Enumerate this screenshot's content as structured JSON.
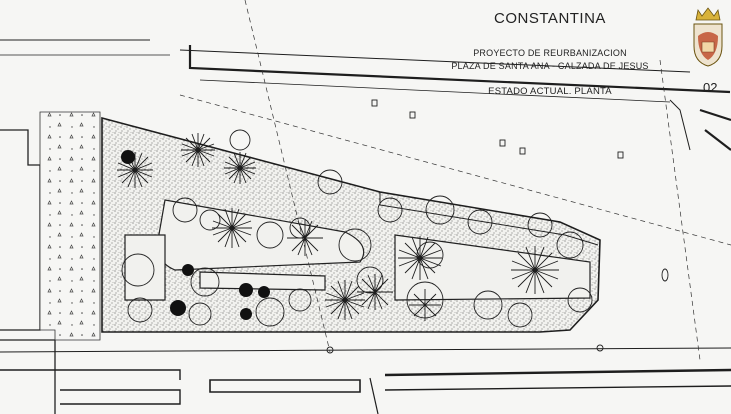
{
  "title_block": {
    "town": "CONSTANTINA",
    "project_line1": "PROYECTO DE REURBANIZACION",
    "project_line2": "PLAZA DE SANTA ANA - CALZADA DE JESUS",
    "status": "ESTADO ACTUAL. PLANTA",
    "sheet_number": "02"
  },
  "colors": {
    "ink": "#1e1e1e",
    "paper": "#f6f6f4",
    "crest_red": "#c0502f",
    "crest_gold": "#d8b23a"
  },
  "icons": {
    "crest": "coat-of-arms-icon",
    "tree": "tree-canopy-icon",
    "palm": "palm-star-icon"
  }
}
